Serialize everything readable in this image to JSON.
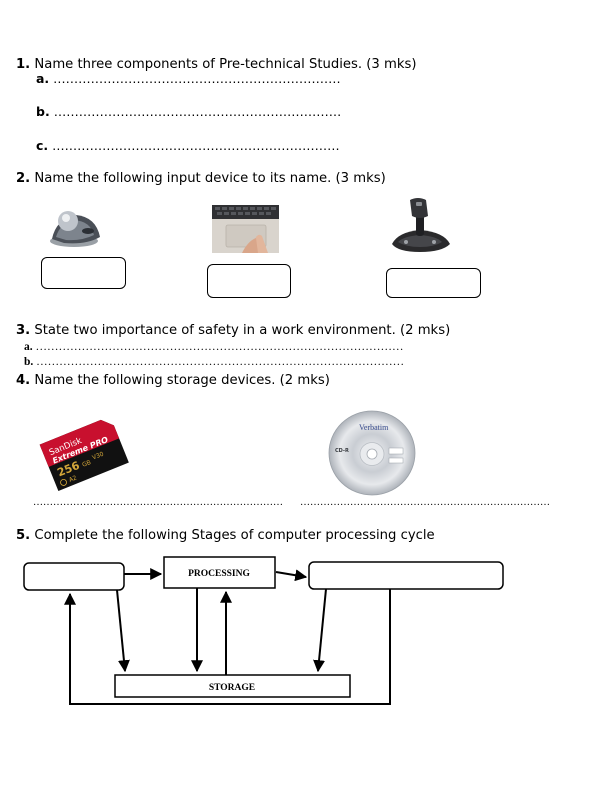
{
  "q1": {
    "number": "1.",
    "text": "Name three components of Pre-technical Studies. (3 mks)",
    "answers": [
      {
        "label": "a.",
        "dots": "……………………………………………………………"
      },
      {
        "label": "b.",
        "dots": "……………………………………………………………"
      },
      {
        "label": "c.",
        "dots": "……………………………………………………………"
      }
    ]
  },
  "q2": {
    "number": "2.",
    "text": "Name the following input device to its name. (3 mks)",
    "devices": [
      "trackball-icon",
      "touchpad-icon",
      "joystick-icon"
    ]
  },
  "q3": {
    "number": "3.",
    "text": "State two importance of safety in a work environment. (2 mks)",
    "answers": [
      {
        "label": "a.",
        "dots": "……………………………………………………………………………………"
      },
      {
        "label": "b.",
        "dots": "……………………………………………………………………………………"
      }
    ]
  },
  "q4": {
    "number": "4.",
    "text": "Name the following storage devices. (2 mks)",
    "sd_card": {
      "brand": "SanDisk",
      "line": "Extreme PRO",
      "capacity": "256",
      "unit": "GB",
      "class": "A2",
      "speed": "V30"
    },
    "cd": {
      "brand": "Verbatim",
      "type": "CD-R"
    },
    "dots_left": "…………………………………………………………………",
    "dots_right": "…………………………………………………………………"
  },
  "q5": {
    "number": "5.",
    "text": "Complete the following Stages of computer processing cycle",
    "processing_label": "PROCESSING",
    "storage_label": "STORAGE"
  },
  "colors": {
    "sd_red": "#c8102e",
    "sd_black": "#111111",
    "sd_gold": "#d4a73a",
    "cd_silver": "#c9cdd3"
  }
}
